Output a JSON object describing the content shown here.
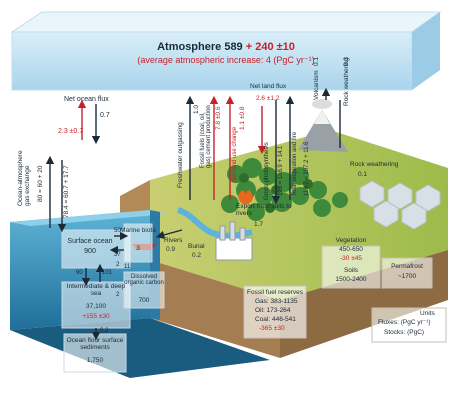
{
  "atmosphere": {
    "title": "Atmosphere 589",
    "increase": "+ 240 ±10",
    "average": "(average atmospheric increase: 4 (PgC yr⁻¹)"
  },
  "ocean_flux": {
    "net_label": "Net ocean flux",
    "red_value": "2.3 ±0.7",
    "black_value": "0.7",
    "exchange_label": "Ocean-atmosphere gas exchange",
    "exchange_values": "80 = 60 + 20",
    "exchange_values2": "78.4 = 60.7 + 17.7"
  },
  "freshwater": {
    "label": "Freshwater outgassing",
    "value": "1.0"
  },
  "fossil": {
    "label": "Fossil fuels (coal, oil, gas) cement production",
    "value": "7.8 ±0.6"
  },
  "landuse": {
    "label": "Net land use change",
    "value": "1.1 ±0.8"
  },
  "netland": {
    "label": "Net land flux",
    "value": "2.6 ±1.2"
  },
  "photosynthesis": {
    "label": "Gross photosynthesis",
    "value": "123 = 108.9 + 14.1"
  },
  "respiration": {
    "label": "Total respiration and fire",
    "value": "118.7 = 107.2 + 11.6"
  },
  "volcanism": {
    "label": "Volcanism",
    "value": "0.1"
  },
  "rock_weathering_top": {
    "label": "Rock weathering",
    "value": "0.3"
  },
  "rock_weathering_bottom": {
    "label": "Rock weathering",
    "value": "0.1"
  },
  "export": {
    "label": "Export from soils to rivers",
    "value": "1.7"
  },
  "rivers": {
    "label": "Rivers",
    "value": "0.9"
  },
  "burial": {
    "label": "Burial",
    "value": "0.2"
  },
  "surface_ocean": {
    "label": "Surface ocean",
    "value": "900",
    "anthro": ""
  },
  "marine_biota": {
    "label": "Marine biota",
    "value": "3"
  },
  "flow_labels": {
    "f50": "50",
    "f37": "37",
    "f90": "90",
    "f101": "101",
    "f2": "2",
    "f11": "11",
    "f2b": "2",
    "f02": "0.2"
  },
  "intermediate": {
    "label": "Intermediate & deep sea",
    "value": "37,100",
    "anthro": "+155 ±30"
  },
  "doc": {
    "label": "Dissolved organic carbon",
    "value": "700"
  },
  "seafloor": {
    "label": "Ocean floor surface sediments",
    "value": "1,750"
  },
  "fossil_reserves": {
    "title": "Fossil fuel reserves",
    "gas": "Gas: 383-1135",
    "oil": "Oil: 173-264",
    "coal": "Coal: 446-541",
    "anthro": "-365 ±30"
  },
  "vegetation": {
    "label": "Vegetation",
    "value": "450-650",
    "anthro": "-30 ±45"
  },
  "soils": {
    "label": "Soils",
    "value": "1500-2400"
  },
  "permafrost": {
    "label": "Permafrost",
    "value": "~1700"
  },
  "units": {
    "title": "Units",
    "fluxes": "Fluxes: (PgC yr⁻¹)",
    "stocks": "Stocks: (PgC)"
  }
}
